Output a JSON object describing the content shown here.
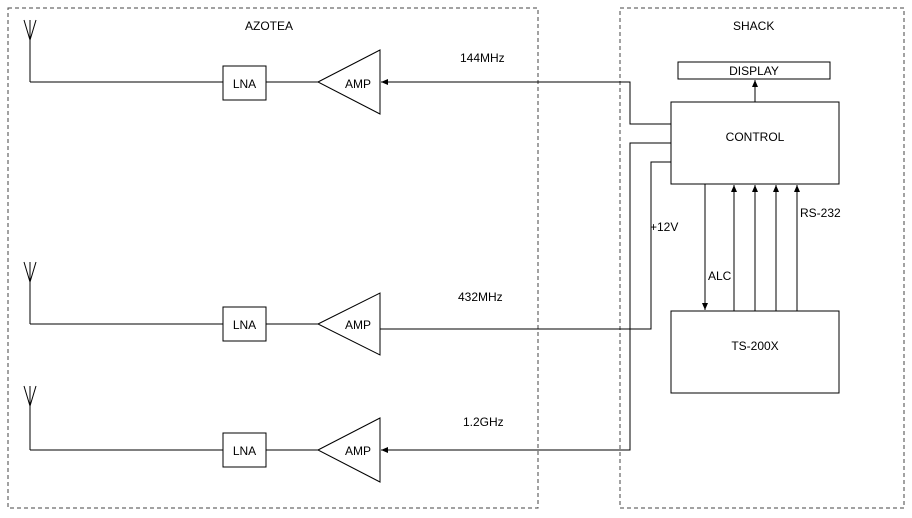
{
  "regions": {
    "azotea": "AZOTEA",
    "shack": "SHACK"
  },
  "blocks": {
    "display": "DISPLAY",
    "control": "CONTROL",
    "radio": "TS-200X"
  },
  "chains": [
    {
      "lna": "LNA",
      "amp": "AMP",
      "band": "144MHz"
    },
    {
      "lna": "LNA",
      "amp": "AMP",
      "band": "432MHz"
    },
    {
      "lna": "LNA",
      "amp": "AMP",
      "band": "1.2GHz"
    }
  ],
  "signals": {
    "power": "+12V",
    "alc": "ALC",
    "serial": "RS-232"
  }
}
